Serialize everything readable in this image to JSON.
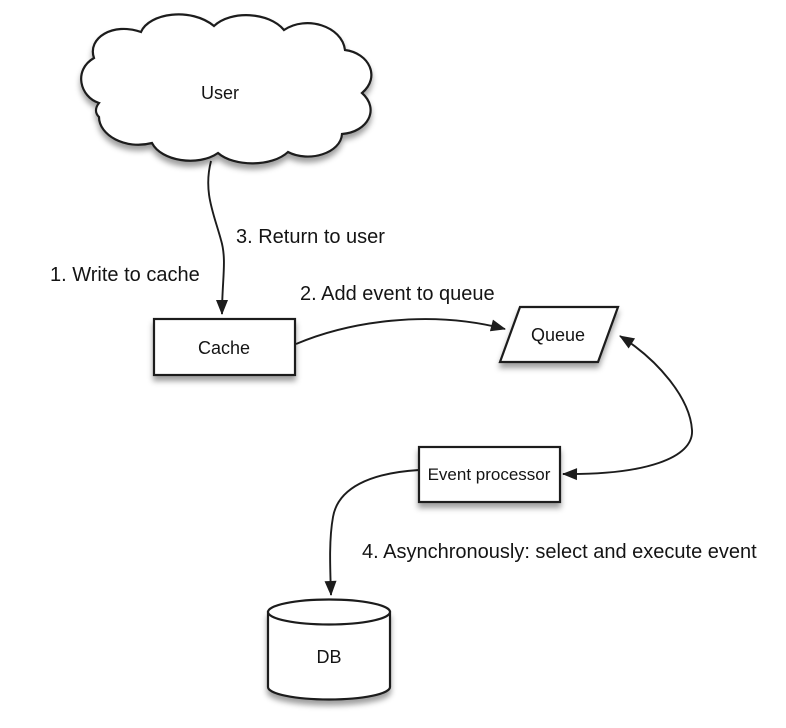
{
  "diagram": {
    "type": "flow-diagram",
    "background_color": "#ffffff",
    "stroke_color": "#1c1c1c",
    "text_color": "#141414",
    "nodes": {
      "user": {
        "label": "User",
        "shape": "cloud"
      },
      "cache": {
        "label": "Cache",
        "shape": "rectangle"
      },
      "queue": {
        "label": "Queue",
        "shape": "parallelogram"
      },
      "event_processor": {
        "label": "Event processor",
        "shape": "rectangle"
      },
      "db": {
        "label": "DB",
        "shape": "cylinder"
      }
    },
    "edges": [
      {
        "id": "user-cache",
        "from": "user",
        "to": "cache",
        "labels": [
          "1. Write to cache",
          "3. Return to user"
        ],
        "arrowheads": "end"
      },
      {
        "id": "cache-queue",
        "from": "cache",
        "to": "queue",
        "labels": [
          "2. Add event to queue"
        ],
        "arrowheads": "end"
      },
      {
        "id": "queue-event-processor",
        "from": "queue",
        "to": "event_processor",
        "labels": [],
        "arrowheads": "both"
      },
      {
        "id": "event-processor-db",
        "from": "event_processor",
        "to": "db",
        "labels": [
          "4. Asynchronously: select and execute event"
        ],
        "arrowheads": "end"
      }
    ]
  }
}
